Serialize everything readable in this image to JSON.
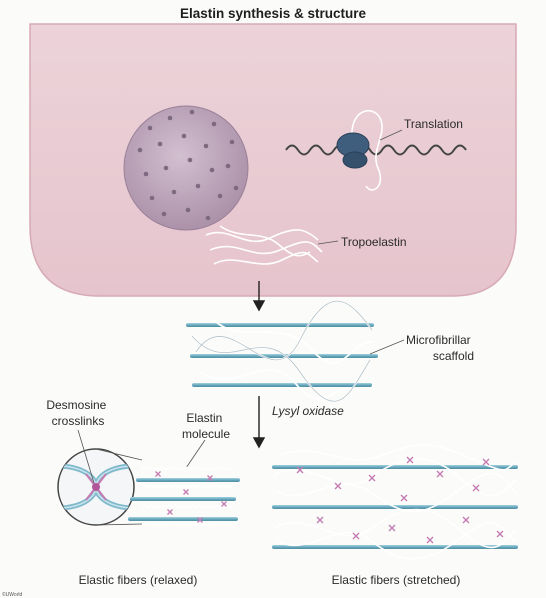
{
  "title": "Elastin synthesis & structure",
  "labels": {
    "translation": "Translation",
    "tropoelastin": "Tropoelastin",
    "microfibrillar_scaffold": [
      "Microfibrillar",
      "scaffold"
    ],
    "lysyl_oxidase": "Lysyl oxidase",
    "desmosine_crosslinks": [
      "Desmosine",
      "crosslinks"
    ],
    "elastin_molecule": [
      "Elastin",
      "molecule"
    ],
    "elastic_fibers_relaxed": "Elastic fibers (relaxed)",
    "elastic_fibers_stretched": "Elastic fibers (stretched)",
    "corner_mark": "©UWorld"
  },
  "colors": {
    "cell": "#e9ccd3",
    "cell_edge": "#c99aa6",
    "nucleus": "#b9a2b6",
    "ribosome": "#3d5a78",
    "microfibril": "#7fb9cb",
    "crosslink": "#c57bb2",
    "strand": "#ffffff"
  }
}
